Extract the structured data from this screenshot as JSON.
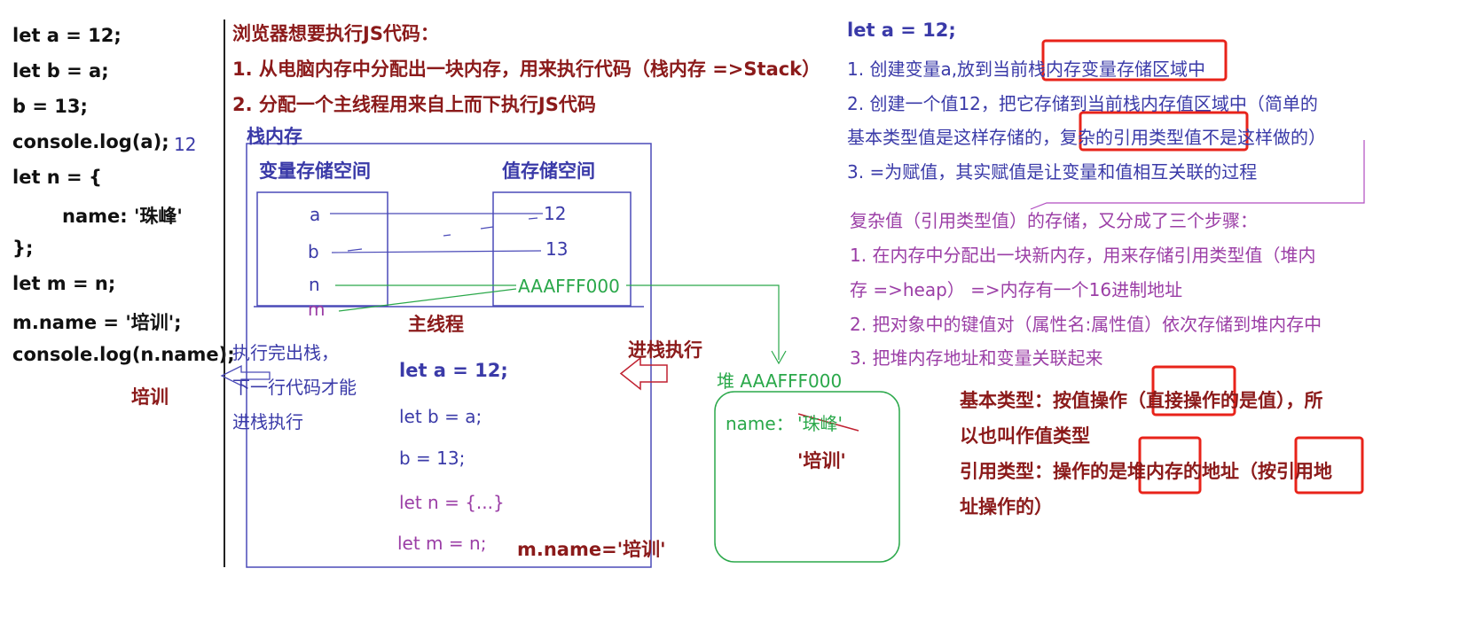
{
  "code_panel": {
    "lines": [
      "let a = 12;",
      "let b = a;",
      "b = 13;",
      "console.log(a);",
      "let n = {",
      "name: '珠峰'",
      "};",
      "let m = n;",
      "m.name = '培训';",
      "console.log(n.name);"
    ],
    "output_a": "12",
    "output_name": "培训"
  },
  "middle": {
    "intro": "浏览器想要执行JS代码：",
    "step1": "1. 从电脑内存中分配出一块内存，用来执行代码（栈内存 =>Stack）",
    "step2": "2. 分配一个主线程用来自上而下执行JS代码",
    "stack_label": "栈内存",
    "var_space_label": "变量存储空间",
    "val_space_label": "值存储空间",
    "vars": [
      "a",
      "b",
      "n",
      "m"
    ],
    "vals": [
      "12",
      "13",
      "AAAFFF000"
    ],
    "main_thread_label": "主线程",
    "exec_lines": [
      "let  a = 12;",
      "let b = a;",
      "b = 13;",
      "let n = {...}",
      "let m = n;"
    ],
    "m_name_stmt": "m.name='培训'",
    "push_label": "进栈执行",
    "pop_note": [
      "执行完出栈，",
      "下一行代码才能",
      "进栈执行"
    ],
    "heap_label": "堆 AAAFFF000",
    "heap_key": "name：",
    "heap_old_value": "'珠峰'",
    "heap_new_value": "'培训'"
  },
  "right": {
    "title": "let a = 12;",
    "blue_lines": [
      "1. 创建变量a,放到当前栈内存变量存储区域中",
      "2. 创建一个值12，把它存储到当前栈内存值区域中（简单的",
      "基本类型值是这样存储的，复杂的引用类型值不是这样做的）",
      "3. =为赋值，其实赋值是让变量和值相互关联的过程"
    ],
    "purple_lines": [
      "复杂值（引用类型值）的存储，又分成了三个步骤：",
      "1. 在内存中分配出一块新内存，用来存储引用类型值（堆内",
      "存 =>heap） =>内存有一个16进制地址",
      "2. 把对象中的键值对（属性名:属性值）依次存储到堆内存中",
      "3. 把堆内存地址和变量关联起来"
    ],
    "summary_lines": [
      "基本类型：按值操作（直接操作的是值），所",
      "以也叫作值类型",
      "引用类型：操作的是堆内存的地址（按引用地",
      "址操作的）"
    ]
  },
  "colors": {
    "dark_red": "#8b1a1a",
    "blue": "#3a3aa8",
    "purple": "#9b3ea6",
    "green": "#2aa84a",
    "highlight": "#e8231a"
  }
}
